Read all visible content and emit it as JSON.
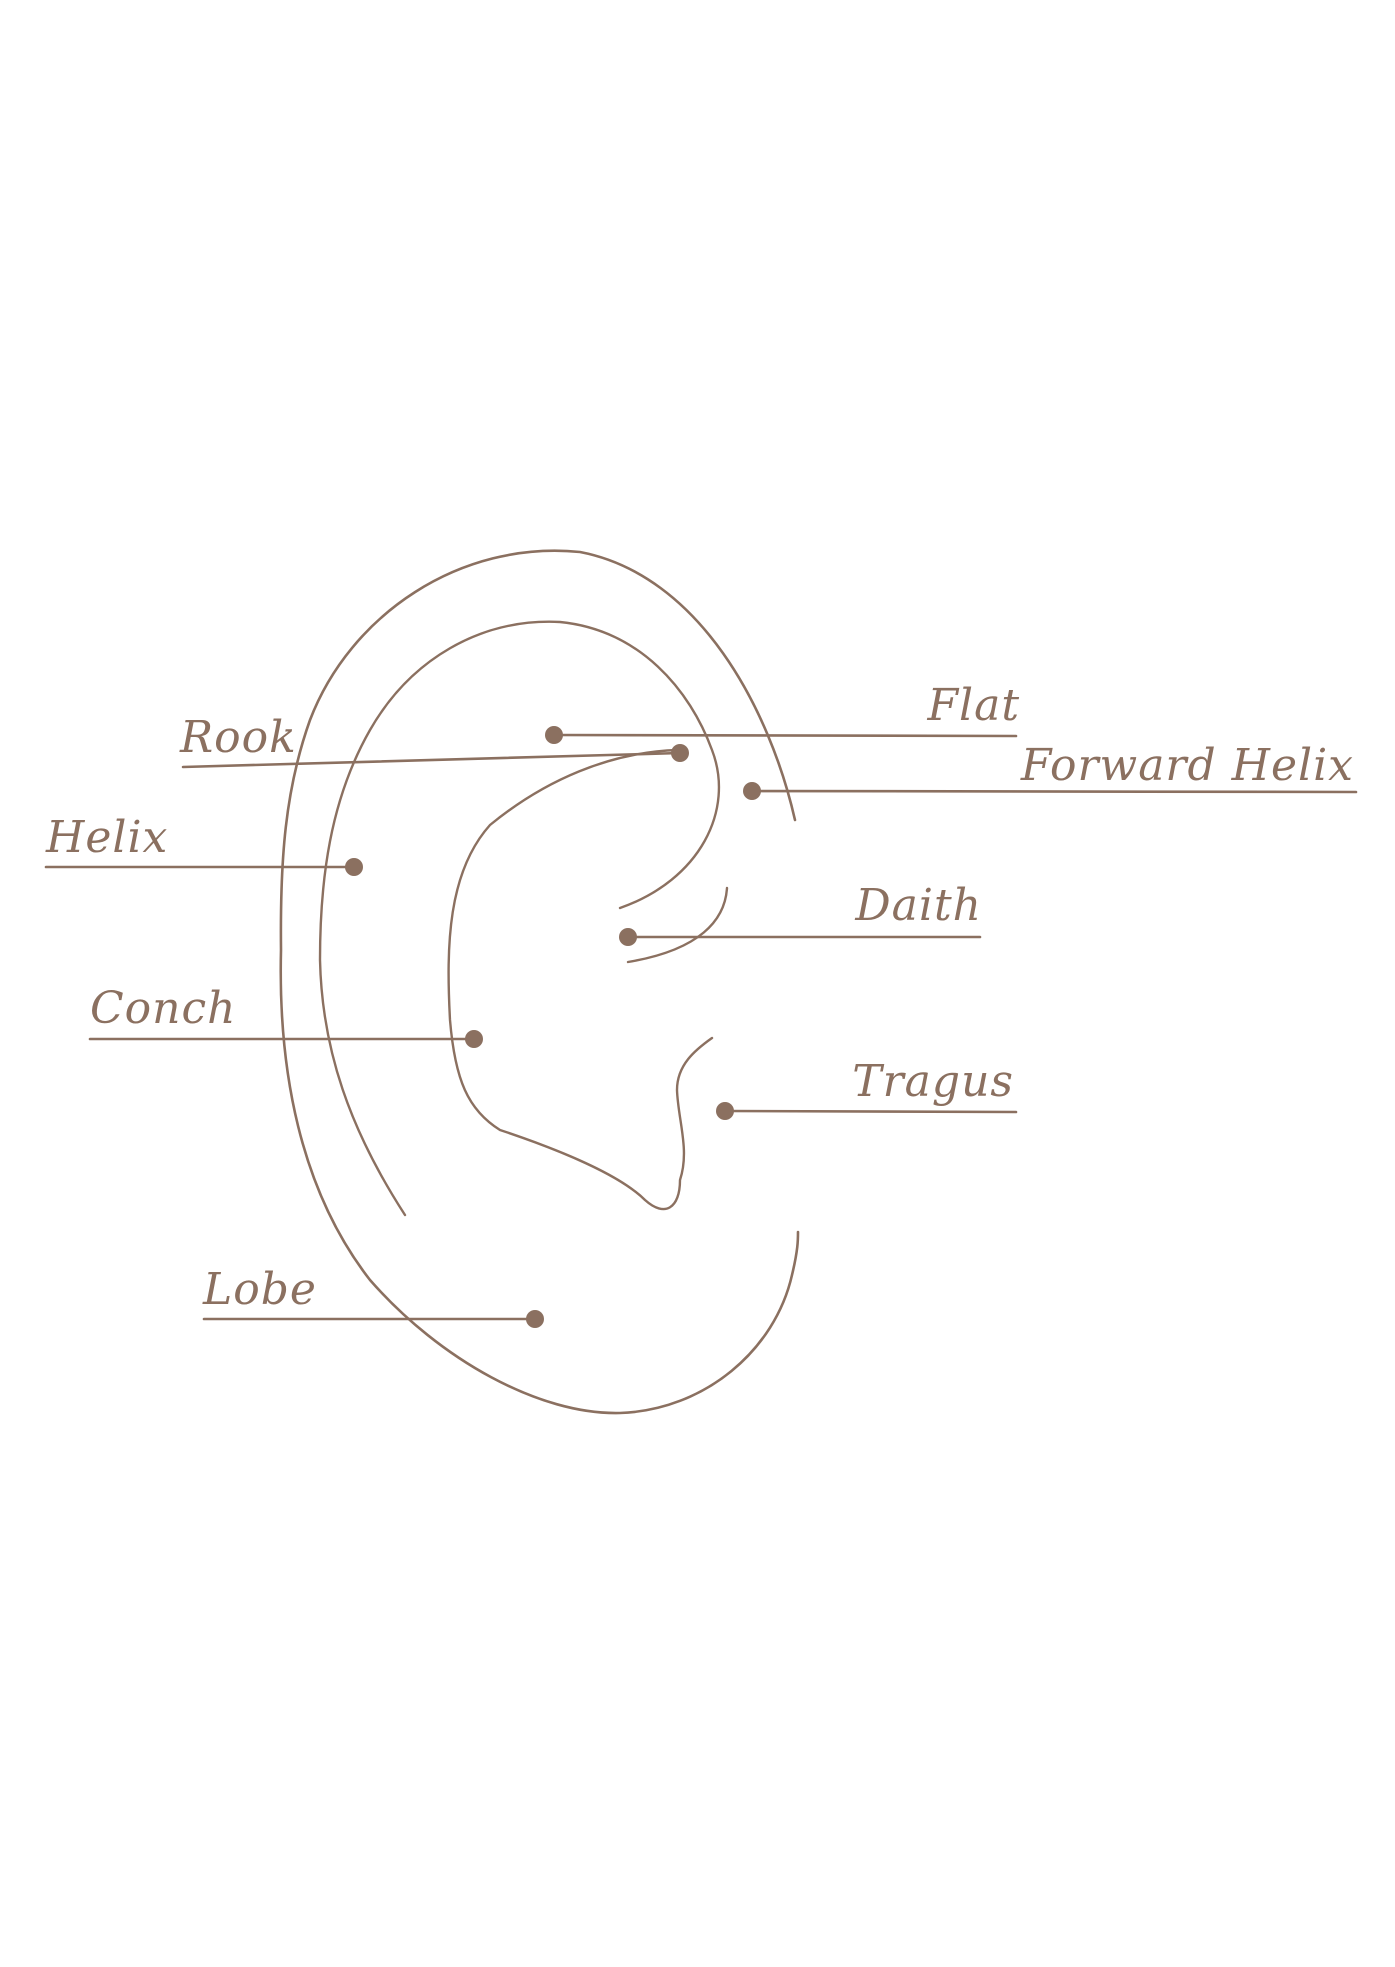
{
  "colors": {
    "ink": "#8b7060",
    "background": "#ffffff"
  },
  "labels": {
    "rook": "Rook",
    "flat": "Flat",
    "forward_helix": "Forward Helix",
    "helix": "Helix",
    "daith": "Daith",
    "conch": "Conch",
    "tragus": "Tragus",
    "lobe": "Lobe"
  }
}
